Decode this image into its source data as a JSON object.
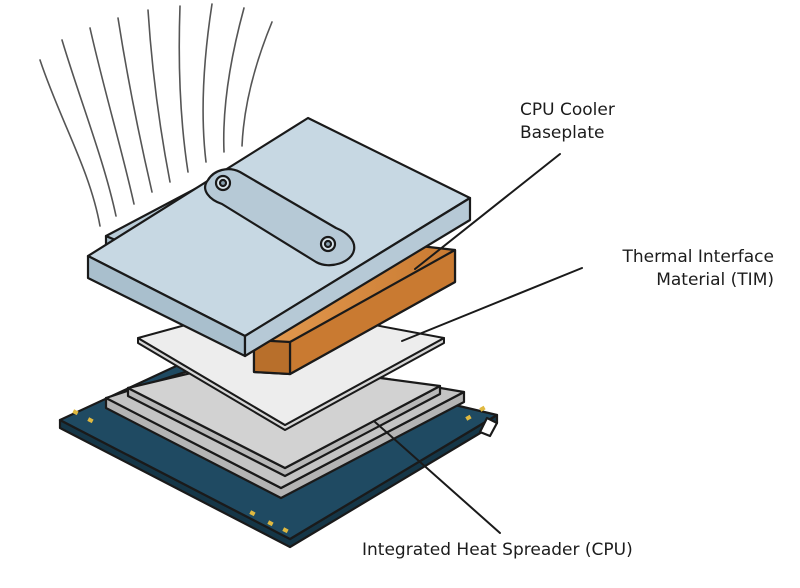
{
  "labels": {
    "cooler_line1": "CPU Cooler",
    "cooler_line2": "Baseplate",
    "tim_line1": "Thermal Interface",
    "tim_line2": "Material (TIM)",
    "ihs": "Integrated Heat Spreader (CPU)"
  },
  "colors": {
    "pcb": "#1f4a62",
    "pcb_dark": "#153647",
    "ihs": "#c4c4c4",
    "ihs_top": "#d2d2d2",
    "tim": "#ececec",
    "baseplate": "#c7d8e3",
    "baseplate_side": "#a9bfcd",
    "copper": "#d98a3c",
    "copper_dark": "#b86f2b",
    "outline": "#1a1a1a"
  }
}
